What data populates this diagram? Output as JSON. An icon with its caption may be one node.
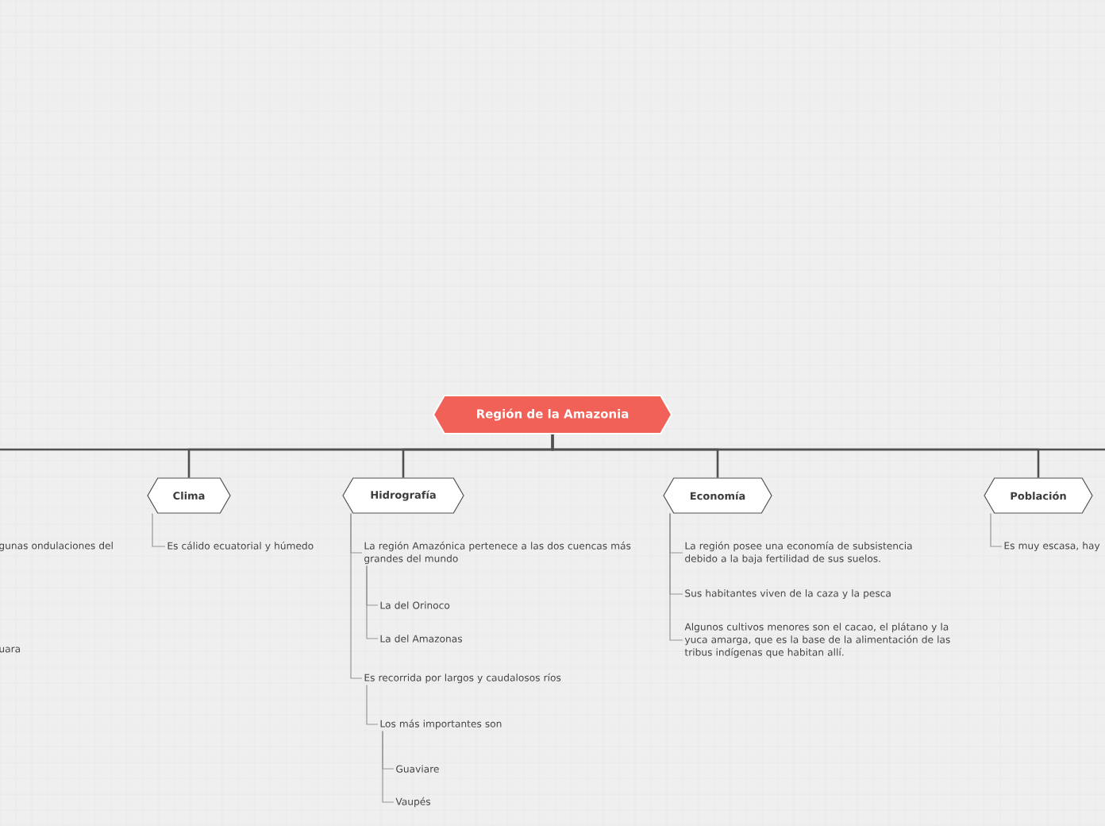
{
  "diagram": {
    "nodes": [
      {
        "text": [
          "Región de la Amazonia"
        ]
      },
      {
        "text": [
          "Clima"
        ]
      },
      {
        "text": [
          "Hidrografía"
        ]
      },
      {
        "text": [
          "Economía"
        ]
      },
      {
        "text": [
          "Población"
        ]
      },
      {
        "text": [
          "gunas ondulaciones del"
        ]
      },
      {
        "text": [
          "uara"
        ]
      },
      {
        "text": [
          "Es cálido ecuatorial y húmedo"
        ]
      },
      {
        "text": [
          "La región Amazónica pertenece a las dos cuencas más grandes del mundo"
        ]
      },
      {
        "text": [
          "La del Orinoco"
        ]
      },
      {
        "text": [
          "La del Amazonas"
        ]
      },
      {
        "text": [
          "Es recorrida por largos y caudalosos ríos"
        ]
      },
      {
        "text": [
          "Los más importantes son"
        ]
      },
      {
        "text": [
          "Guaviare"
        ]
      },
      {
        "text": [
          "Vaupés"
        ]
      },
      {
        "text": [
          "La región posee una economía de subsistencia debido a la baja fertilidad de sus suelos."
        ]
      },
      {
        "text": [
          "Sus habitantes viven de la caza y la pesca"
        ]
      },
      {
        "text": [
          "Algunos cultivos menores son el cacao, el plátano y la yuca amarga, que es la base de la alimentación de las tribus indígenas que habitan allí."
        ]
      },
      {
        "text": [
          "Es muy escasa, hay"
        ]
      }
    ],
    "edges": [
      {
        "from": 0,
        "to": null,
        "arrow": "none"
      },
      {
        "from": 0,
        "to": 1,
        "arrow": "none"
      },
      {
        "from": 0,
        "to": 2,
        "arrow": "none"
      },
      {
        "from": 0,
        "to": 3,
        "arrow": "none"
      },
      {
        "from": 0,
        "to": 4,
        "arrow": "none"
      },
      {
        "from": 0,
        "to": null,
        "arrow": "none"
      },
      {
        "from": 1,
        "to": 7,
        "arrow": "none"
      },
      {
        "from": 2,
        "to": 8,
        "arrow": "none"
      },
      {
        "from": 8,
        "to": 9,
        "arrow": "none"
      },
      {
        "from": 8,
        "to": 10,
        "arrow": "none"
      },
      {
        "from": 2,
        "to": 11,
        "arrow": "none"
      },
      {
        "from": 11,
        "to": 12,
        "arrow": "none"
      },
      {
        "from": 12,
        "to": 13,
        "arrow": "none"
      },
      {
        "from": 12,
        "to": 14,
        "arrow": "none"
      },
      {
        "from": 3,
        "to": 15,
        "arrow": "none"
      },
      {
        "from": 3,
        "to": 16,
        "arrow": "none"
      },
      {
        "from": 3,
        "to": 17,
        "arrow": "none"
      },
      {
        "from": 4,
        "to": 18,
        "arrow": "none"
      }
    ]
  }
}
